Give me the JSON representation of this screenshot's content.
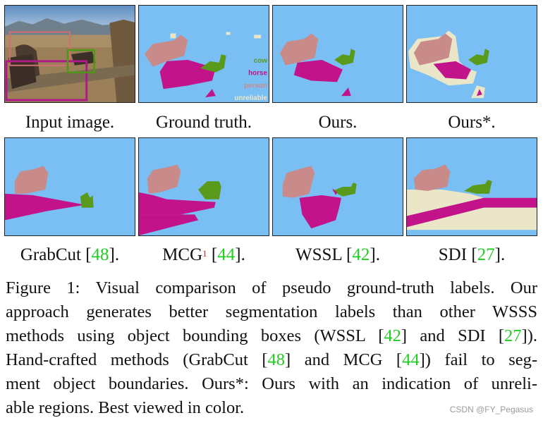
{
  "panels_row1": [
    {
      "id": "input",
      "caption": "Input image."
    },
    {
      "id": "gt",
      "caption": "Ground truth."
    },
    {
      "id": "ours",
      "caption": "Ours."
    },
    {
      "id": "ours_star",
      "caption": "Ours",
      "caption_suffix": "*."
    }
  ],
  "panels_row2": [
    {
      "id": "grabcut",
      "caption": "GrabCut ",
      "ref": "48",
      "tail": "."
    },
    {
      "id": "mcg",
      "caption": "MCG",
      "sup": "1",
      "ref": "44",
      "tail": "."
    },
    {
      "id": "wssl",
      "caption": "WSSL ",
      "ref": "42",
      "tail": "."
    },
    {
      "id": "sdi",
      "caption": "SDI ",
      "ref": "27",
      "tail": "."
    }
  ],
  "legend": [
    "cow",
    "horse",
    "person",
    "unreliable"
  ],
  "colors": {
    "background": "#79bff3",
    "cow": "#5a9a1a",
    "horse": "#c2138a",
    "person": "#c98a8a",
    "unreliable": "#ece6c8",
    "ref_green": "#22cc22"
  },
  "figure_caption": {
    "label": "Figure 1:",
    "line1": " Visual comparison of pseudo ground-truth labels. Our",
    "line2": "approach generates better segmentation labels than other WSSS",
    "line3a": "methods using object bounding boxes (WSSL [",
    "ref42": "42",
    "line3b": "] and SDI [",
    "ref27": "27",
    "line3c": "]).",
    "line4a": "Hand-crafted methods (GrabCut [",
    "ref48": "48",
    "line4b": "] and MCG [",
    "ref44": "44",
    "line4c": "]) fail to seg-",
    "line5": "ment object boundaries. Ours*: Ours with an indication of unreli-",
    "line6": "able regions. Best viewed in color."
  },
  "watermark": "CSDN @FY_Pegasus"
}
